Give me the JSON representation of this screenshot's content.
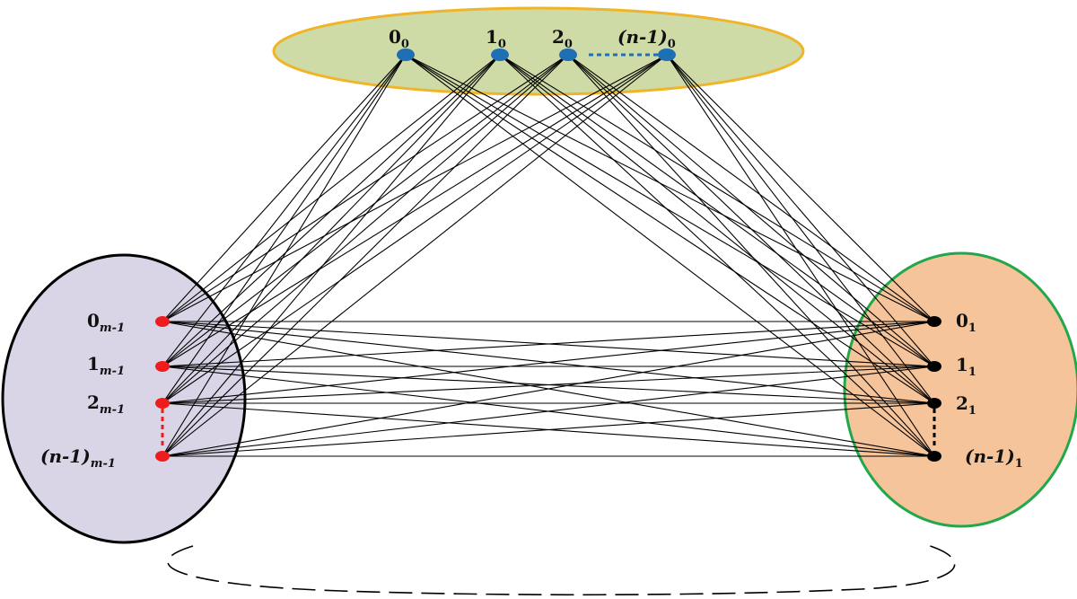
{
  "groups": [
    {
      "id": "group-0",
      "fill": "#cedba6",
      "stroke": "#f0b429",
      "color": "#1f6fb4",
      "vertices": [
        {
          "base": "0",
          "sub": "0"
        },
        {
          "base": "1",
          "sub": "0"
        },
        {
          "base": "2",
          "sub": "0"
        },
        {
          "base": "(n-1)",
          "sub": "0"
        }
      ]
    },
    {
      "id": "group-1",
      "fill": "#f6c49a",
      "stroke": "#22a84a",
      "color": "#000000",
      "vertices": [
        {
          "base": "0",
          "sub": "1"
        },
        {
          "base": "1",
          "sub": "1"
        },
        {
          "base": "2",
          "sub": "1"
        },
        {
          "base": "(n-1)",
          "sub": "1"
        }
      ]
    },
    {
      "id": "group-m-1",
      "fill": "#d9d5e6",
      "stroke": "#000000",
      "color": "#ee1c1c",
      "vertices": [
        {
          "base": "0",
          "sub": "m-1"
        },
        {
          "base": "1",
          "sub": "m-1"
        },
        {
          "base": "2",
          "sub": "m-1"
        },
        {
          "base": "(n-1)",
          "sub": "m-1"
        }
      ]
    }
  ],
  "edge_color": "#000000"
}
